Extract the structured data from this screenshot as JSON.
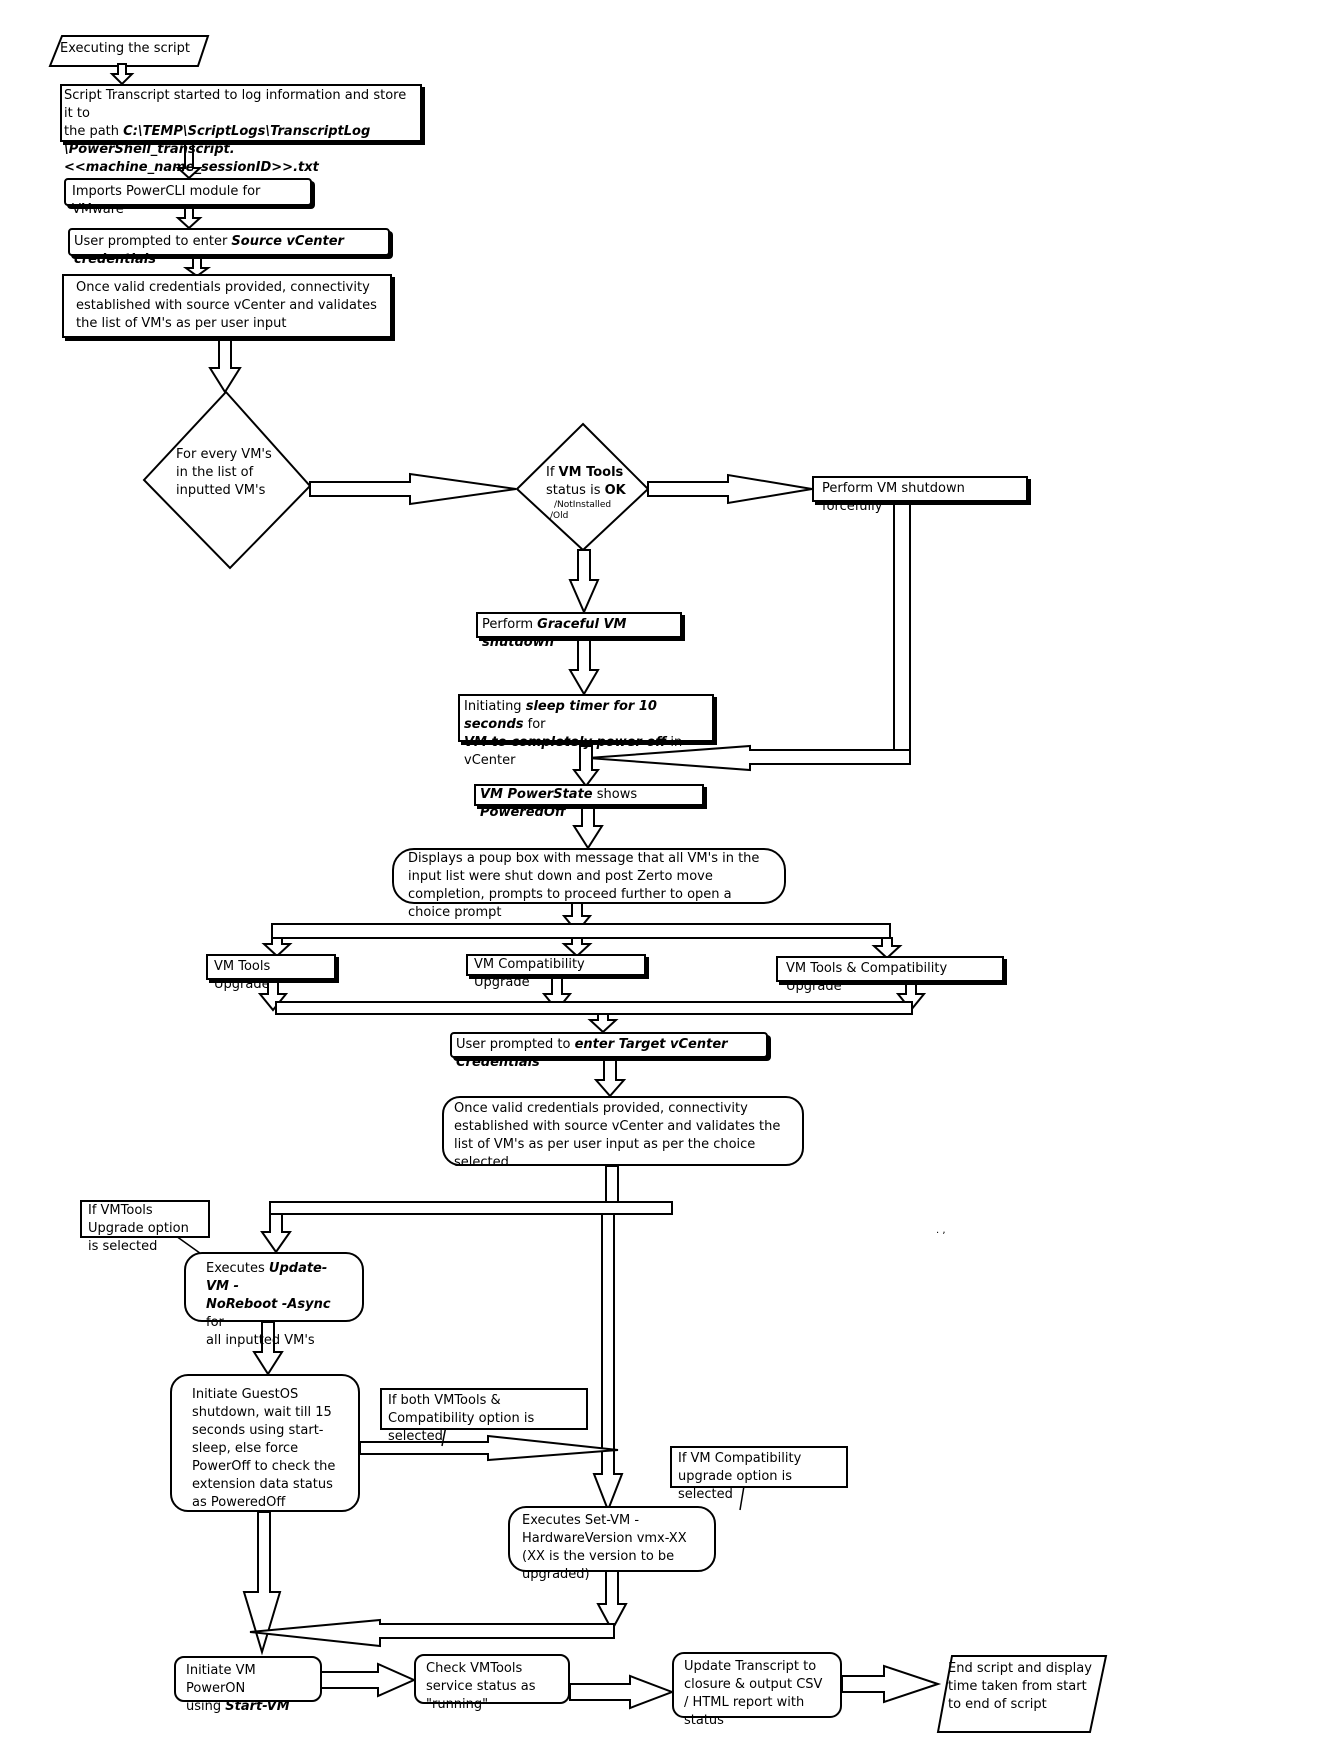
{
  "nodes": {
    "start": {
      "text": "Executing the script"
    },
    "transcript": {
      "line1": "Script Transcript started to log information and store it to",
      "line2_pre": "the path ",
      "line2_bold": "C:\\TEMP\\ScriptLogs\\TranscriptLog",
      "line3_bold": "\\PowerShell_transcript.<<machine_name_sessionID>>.txt"
    },
    "import": {
      "text": "Imports PowerCLI module for VMware"
    },
    "prompt_source": {
      "pre": "User prompted to enter ",
      "bold": "Source vCenter credentials"
    },
    "connect_source": {
      "text": "Once valid credentials provided, connectivity established with source vCenter and validates the list of VM's as per user input"
    },
    "loop": {
      "line1": "For every VM's",
      "line2": "in the list of",
      "line3": "inputted VM's"
    },
    "tools_check": {
      "pre": "If ",
      "bold1": "VM Tools",
      "mid": "status is ",
      "bold2": "OK",
      "small1": "/NotInstalled",
      "small2": "/Old"
    },
    "force_shutdown": {
      "text": "Perform VM shutdown forcefully"
    },
    "graceful": {
      "pre": "Perform ",
      "bold": "Graceful VM shutdown"
    },
    "sleep": {
      "pre": "Initiating ",
      "bold1": "sleep timer for 10 seconds",
      "mid": " for",
      "bold2": "VM to completely power off",
      "post": " in vCenter"
    },
    "powerstate": {
      "bold1": "VM PowerState",
      "mid": " shows ",
      "bold2": "PoweredOff"
    },
    "popup": {
      "text": "Displays a poup box with message that all VM's in the input list were shut down and post Zerto move completion, prompts to proceed further to   open a choice prompt"
    },
    "opt_tools": {
      "text": "VM Tools Upgrade"
    },
    "opt_compat": {
      "text": "VM Compatibility Upgrade"
    },
    "opt_both": {
      "text": "VM Tools & Compatibility Upgrade"
    },
    "prompt_target": {
      "pre": "User prompted to ",
      "bold": "enter Target vCenter Credentials"
    },
    "connect_target": {
      "text": "Once valid credentials provided, connectivity established with source vCenter and validates the list of VM's as per user input  as per the choice selected"
    },
    "note_tools": {
      "text": "If VMTools Upgrade option is selected"
    },
    "update_vm": {
      "pre": "Executes ",
      "bold1": "Update-VM -",
      "bold2": "NoReboot -Async",
      "post1": " for",
      "post2": "all inputted VM's"
    },
    "guest_shutdown": {
      "text": "Initiate GuestOS shutdown, wait till 15 seconds using start-sleep, else force PowerOff to check the extension data status as PoweredOff"
    },
    "note_both": {
      "text": "If both VMTools & Compatibility option is selected"
    },
    "note_compat": {
      "text": "If VM Compatibility upgrade option is selected"
    },
    "set_vm": {
      "text": "Executes Set-VM -HardwareVersion vmx-XX (XX is the version to be upgraded)"
    },
    "poweron": {
      "line1": "Initiate VM PowerON",
      "pre": "using ",
      "bold": "Start-VM"
    },
    "check_tools": {
      "text": "Check VMTools service status as \"running\""
    },
    "update_transcript": {
      "text": "Update Transcript to closure & output CSV / HTML report with status"
    },
    "end": {
      "text": "End script and display time taken from start to end of script"
    },
    "stray": {
      "text": ". ,"
    }
  }
}
